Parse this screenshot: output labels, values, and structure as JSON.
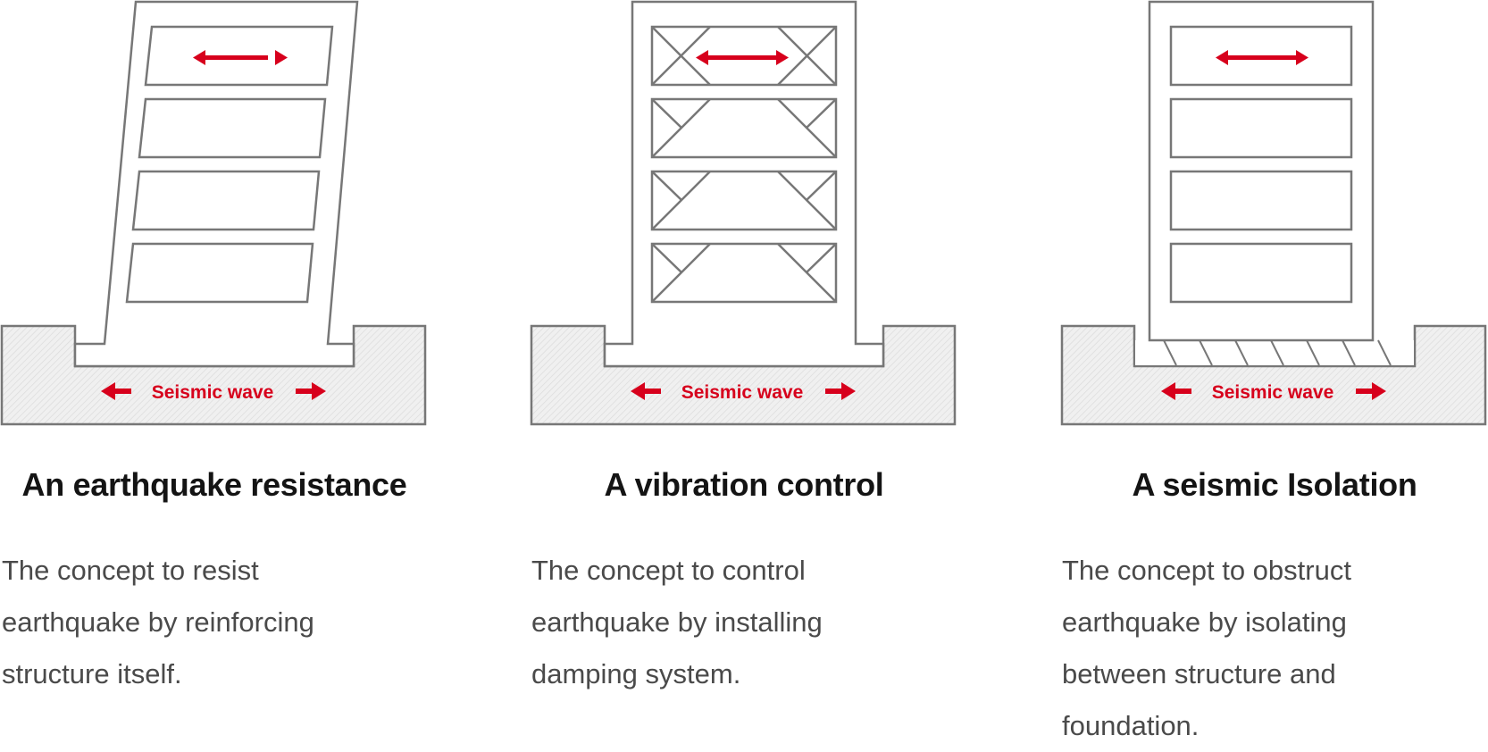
{
  "colors": {
    "accent": "#d7001c",
    "stroke": "#777777",
    "ground_fill": "#eeeeee",
    "title": "#141414",
    "text": "#4a4a4a"
  },
  "panels": [
    {
      "wave_label": "Seismic wave",
      "title": "An earthquake resistance",
      "description": [
        "The concept to resist",
        "earthquake by reinforcing",
        "structure itself."
      ]
    },
    {
      "wave_label": "Seismic wave",
      "title": "A vibration control",
      "description": [
        "The concept to control",
        "earthquake by installing",
        "damping system."
      ]
    },
    {
      "wave_label": "Seismic wave",
      "title": "A seismic Isolation",
      "description": [
        "The concept to obstruct",
        "earthquake by isolating",
        "between structure and",
        "foundation."
      ]
    }
  ]
}
